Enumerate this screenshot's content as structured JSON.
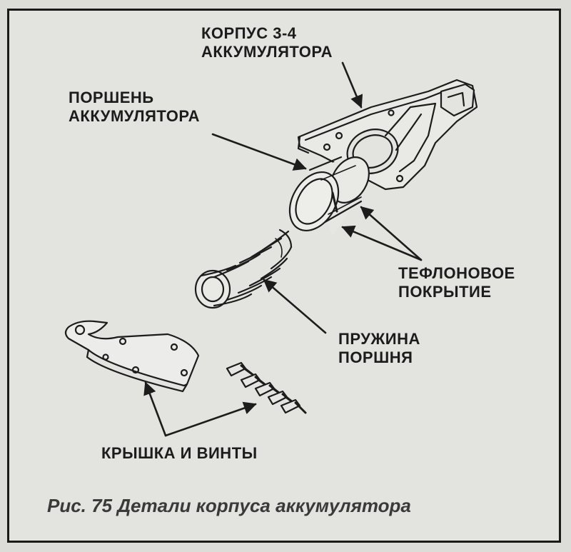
{
  "labels": {
    "housing": {
      "line1": "КОРПУС 3-4",
      "line2": "АККУМУЛЯТОРА"
    },
    "piston": {
      "line1": "ПОРШЕНЬ",
      "line2": "АККУМУЛЯТОРА"
    },
    "teflon": {
      "line1": "ТЕФЛОНОВОЕ",
      "line2": "ПОКРЫТИЕ"
    },
    "spring": {
      "line1": "ПРУЖИНА",
      "line2": "ПОРШНЯ"
    },
    "cover": {
      "line1": "КРЫШКА И ВИНТЫ"
    }
  },
  "caption": "Рис. 75 Детали корпуса аккумулятора",
  "colors": {
    "ink": "#1c1c1c",
    "paper": "#e3e3e0",
    "caption": "#3a3a3a"
  }
}
